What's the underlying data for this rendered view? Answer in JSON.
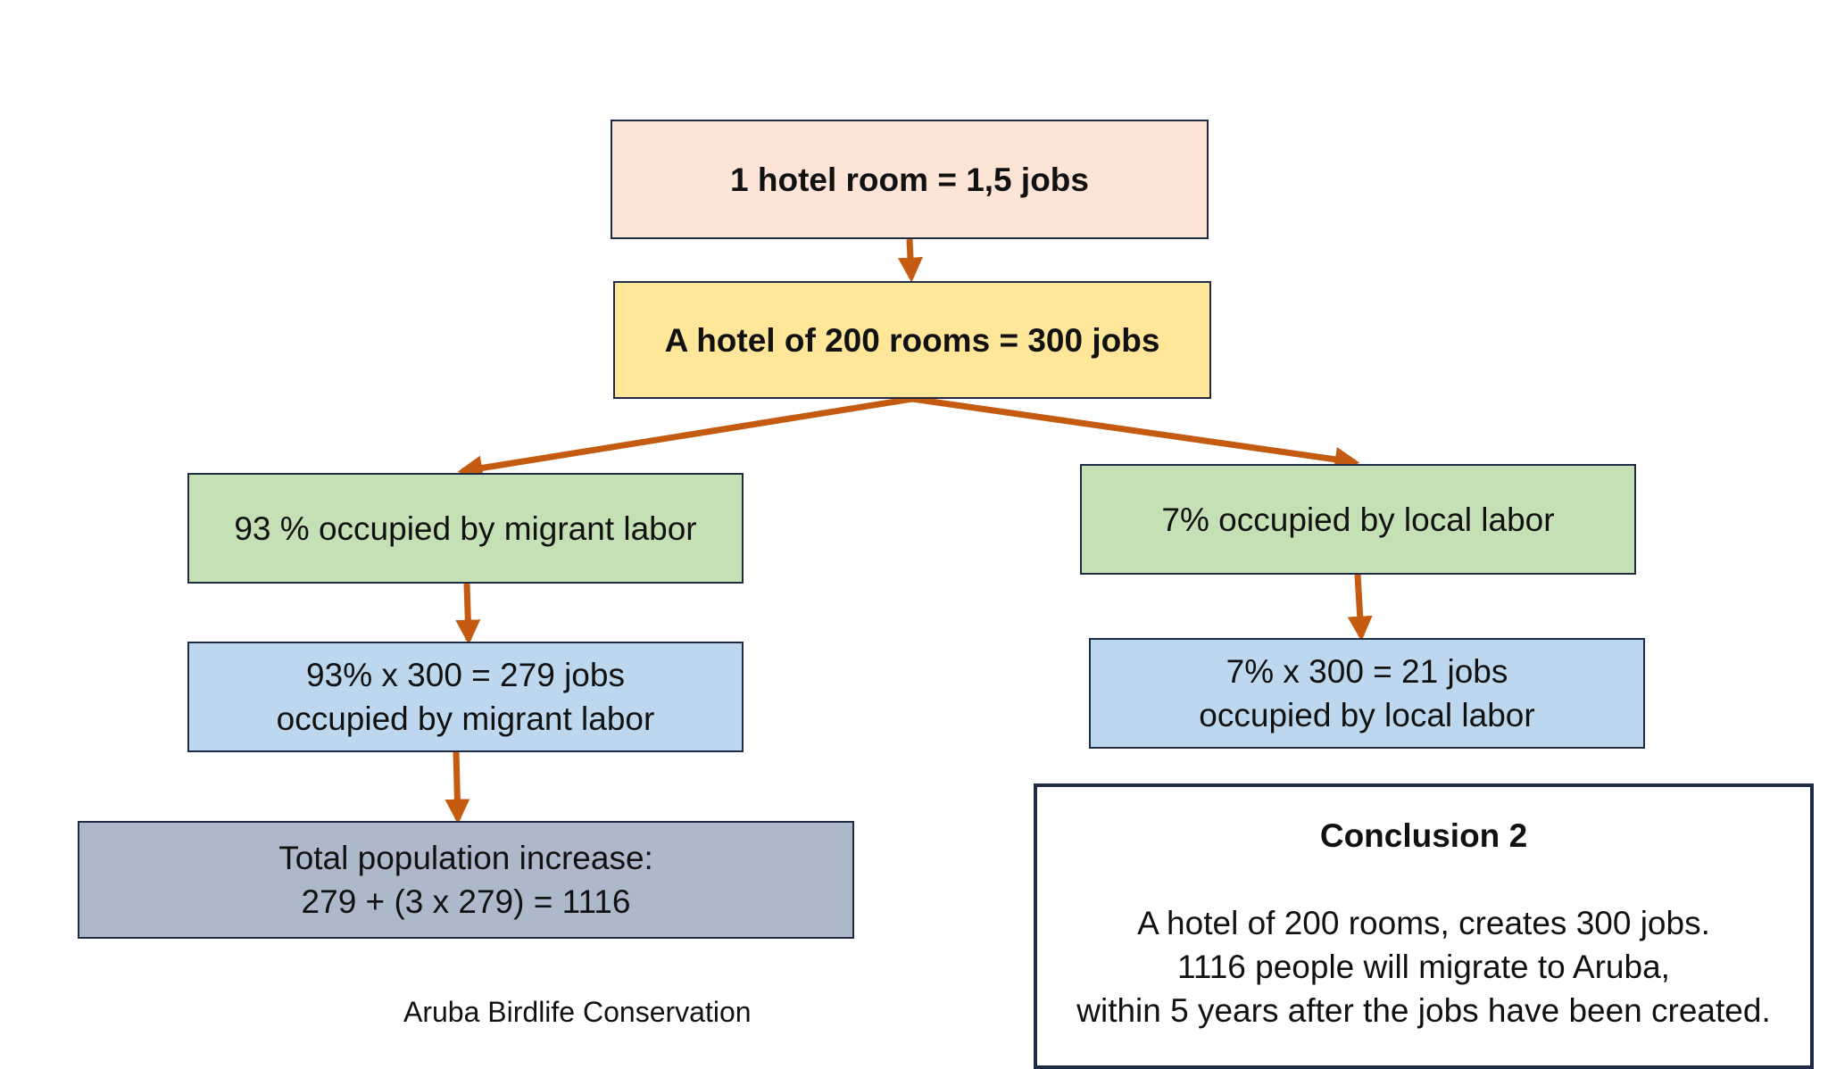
{
  "diagram": {
    "nodes": {
      "hotel_room": {
        "text": "1 hotel room = 1,5 jobs"
      },
      "hotel_200": {
        "text": "A hotel of 200 rooms = 300 jobs"
      },
      "migrant_share": {
        "text": "93 % occupied by migrant labor"
      },
      "local_share": {
        "text": "7% occupied by local labor"
      },
      "migrant_jobs": {
        "line1": "93% x 300 = 279 jobs",
        "line2": "occupied by migrant labor"
      },
      "local_jobs": {
        "line1": "7% x 300 = 21 jobs",
        "line2": "occupied by local labor"
      },
      "population": {
        "line1": "Total population increase:",
        "line2": "279 + (3 x 279) = 1116"
      }
    },
    "conclusion": {
      "title": "Conclusion 2",
      "line1": "A hotel of 200 rooms, creates 300 jobs.",
      "line2": "1116 people will migrate to Aruba,",
      "line3": "within 5 years after the jobs have been created."
    },
    "source": "Aruba Birdlife Conservation",
    "edges": [
      [
        "hotel_room",
        "hotel_200"
      ],
      [
        "hotel_200",
        "migrant_share"
      ],
      [
        "hotel_200",
        "local_share"
      ],
      [
        "migrant_share",
        "migrant_jobs"
      ],
      [
        "local_share",
        "local_jobs"
      ],
      [
        "migrant_jobs",
        "population"
      ]
    ],
    "colors": {
      "arrow": "#c55a11",
      "border": "#1f2a44",
      "hotel_room_fill": "#fce4d6",
      "hotel_200_fill": "#ffe699",
      "share_fill": "#c5e0b4",
      "jobs_fill": "#bdd7ee",
      "population_fill": "#adb9ca"
    }
  }
}
